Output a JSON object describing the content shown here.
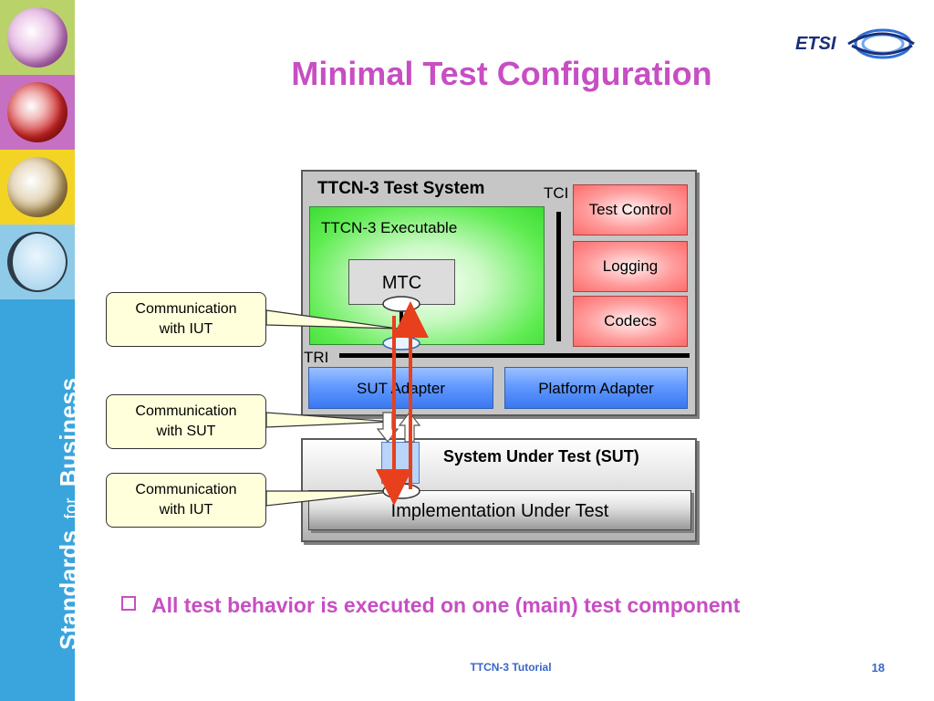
{
  "sidebar": {
    "brand_strong_1": "Standards",
    "brand_small": "for",
    "brand_strong_2": "Business"
  },
  "header": {
    "title": "Minimal Test Configuration",
    "logo_text": "ETSI"
  },
  "diagram": {
    "test_system_title": "TTCN-3 Test System",
    "tci_label": "TCI",
    "tri_label": "TRI",
    "executable_label": "TTCN-3 Executable",
    "mtc_label": "MTC",
    "test_control": "Test Control",
    "logging": "Logging",
    "codecs": "Codecs",
    "sut_adapter": "SUT Adapter",
    "platform_adapter": "Platform Adapter",
    "sut_title": "System Under Test (SUT)",
    "iut_label": "Implementation Under Test",
    "callouts": [
      {
        "line1": "Communication",
        "line2": "with IUT"
      },
      {
        "line1": "Communication",
        "line2": "with SUT"
      },
      {
        "line1": "Communication",
        "line2": "with IUT"
      }
    ],
    "colors": {
      "executable": "#3fdc36",
      "components": "#ff6b6b",
      "adapters": "#5e96ff",
      "arrows": "#e8401c",
      "callout": "#ffffdc"
    }
  },
  "content": {
    "bullet": "All test behavior is executed on one (main) test component"
  },
  "footer": {
    "center": "TTCN-3 Tutorial",
    "page": "18"
  }
}
